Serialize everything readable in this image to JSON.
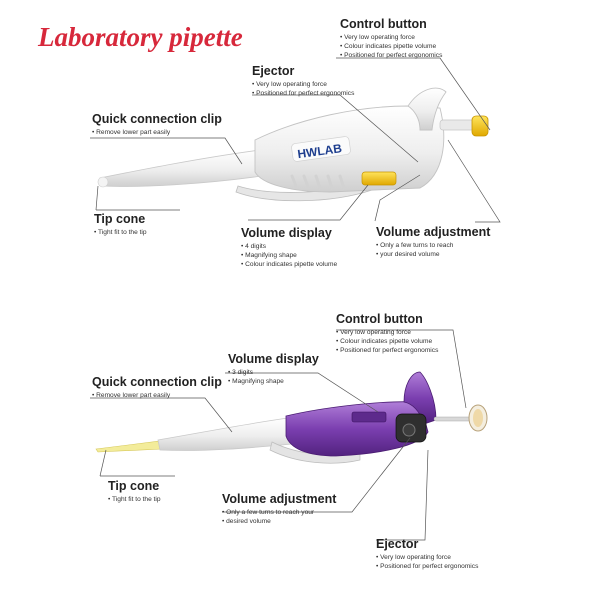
{
  "title": "Laboratory pipette",
  "top": {
    "logo": "HWLAB",
    "control_button": {
      "head": "Control button",
      "lines": [
        "Very low operating force",
        "Colour indicates pipette volume",
        "Positioned for perfect ergonomics"
      ]
    },
    "ejector": {
      "head": "Ejector",
      "lines": [
        "Very low operating force",
        "Positioned for perfect ergonomics"
      ]
    },
    "quick_clip": {
      "head": "Quick connection clip",
      "lines": [
        "Remove lower part easily"
      ]
    },
    "tip_cone": {
      "head": "Tip cone",
      "lines": [
        "Tight fit to the tip"
      ]
    },
    "volume_display": {
      "head": "Volume display",
      "lines": [
        "4 digits",
        "Magnifying shape",
        "Colour indicates pipette volume"
      ]
    },
    "volume_adjustment": {
      "head": "Volume adjustment",
      "lines": [
        "Only a few turns to reach",
        "your desired volume"
      ]
    }
  },
  "bottom": {
    "control_button": {
      "head": "Control button",
      "lines": [
        "Very low operating force",
        "Colour indicates pipette volume",
        "Positioned for perfect ergonomics"
      ]
    },
    "volume_display": {
      "head": "Volume display",
      "lines": [
        "3 digits",
        "Magnifying shape"
      ]
    },
    "quick_clip": {
      "head": "Quick connection clip",
      "lines": [
        "Remove lower part easily"
      ]
    },
    "tip_cone": {
      "head": "Tip cone",
      "lines": [
        "Tight fit to the tip"
      ]
    },
    "volume_adjustment": {
      "head": "Volume adjustment",
      "lines": [
        "Only a few turns to reach your",
        "desired volume"
      ]
    },
    "ejector": {
      "head": "Ejector",
      "lines": [
        "Very low operating force",
        "Positioned for perfect ergonomics"
      ]
    }
  },
  "colors": {
    "title": "#d7283b",
    "top_accent": "#f2c200",
    "bottom_body": "#7b3fb0"
  }
}
